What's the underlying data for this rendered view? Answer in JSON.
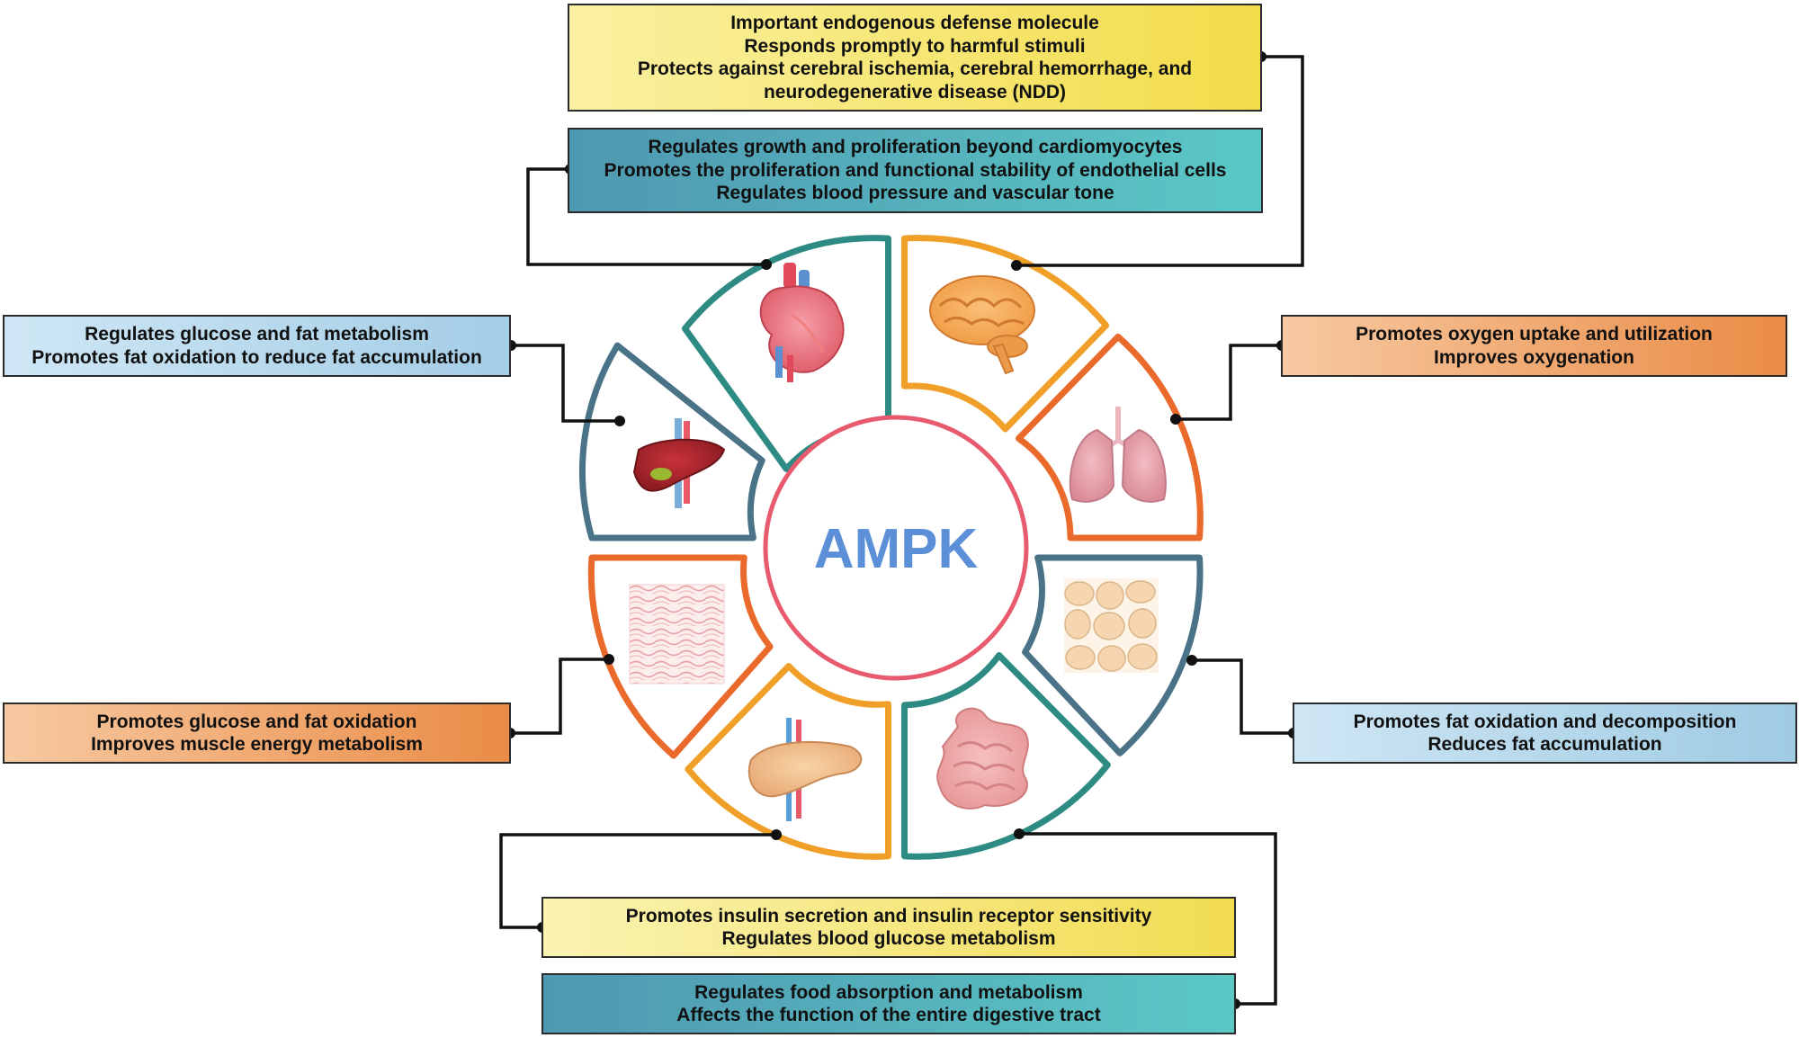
{
  "center_label": "AMPK",
  "boxes": {
    "brain": [
      "Important endogenous defense molecule",
      "Responds promptly to harmful stimuli",
      "Protects against cerebral ischemia, cerebral hemorrhage, and",
      "neurodegenerative disease (NDD)"
    ],
    "heart": [
      "Regulates growth and proliferation beyond cardiomyocytes",
      "Promotes the proliferation and functional stability of endothelial cells",
      "Regulates blood pressure and vascular tone"
    ],
    "liver": [
      "Regulates glucose and fat metabolism",
      "Promotes fat oxidation to reduce fat accumulation"
    ],
    "lung": [
      "Promotes oxygen uptake and utilization",
      "Improves oxygenation"
    ],
    "muscle": [
      "Promotes glucose and fat oxidation",
      "Improves muscle energy metabolism"
    ],
    "adipose": [
      "Promotes fat oxidation and decomposition",
      "Reduces fat accumulation"
    ],
    "pancreas": [
      "Promotes insulin secretion and insulin receptor sensitivity",
      "Regulates blood glucose metabolism"
    ],
    "intestine": [
      "Regulates food absorption and metabolism",
      "Affects the function of the entire digestive tract"
    ]
  },
  "colors": {
    "teal_border": "#2e8b84",
    "orange_border": "#f0a028",
    "red_orange_border": "#ea6a2c",
    "slate_border": "#4a7388",
    "center_ring": "#e85a6e",
    "center_text": "#5b8fd8"
  }
}
